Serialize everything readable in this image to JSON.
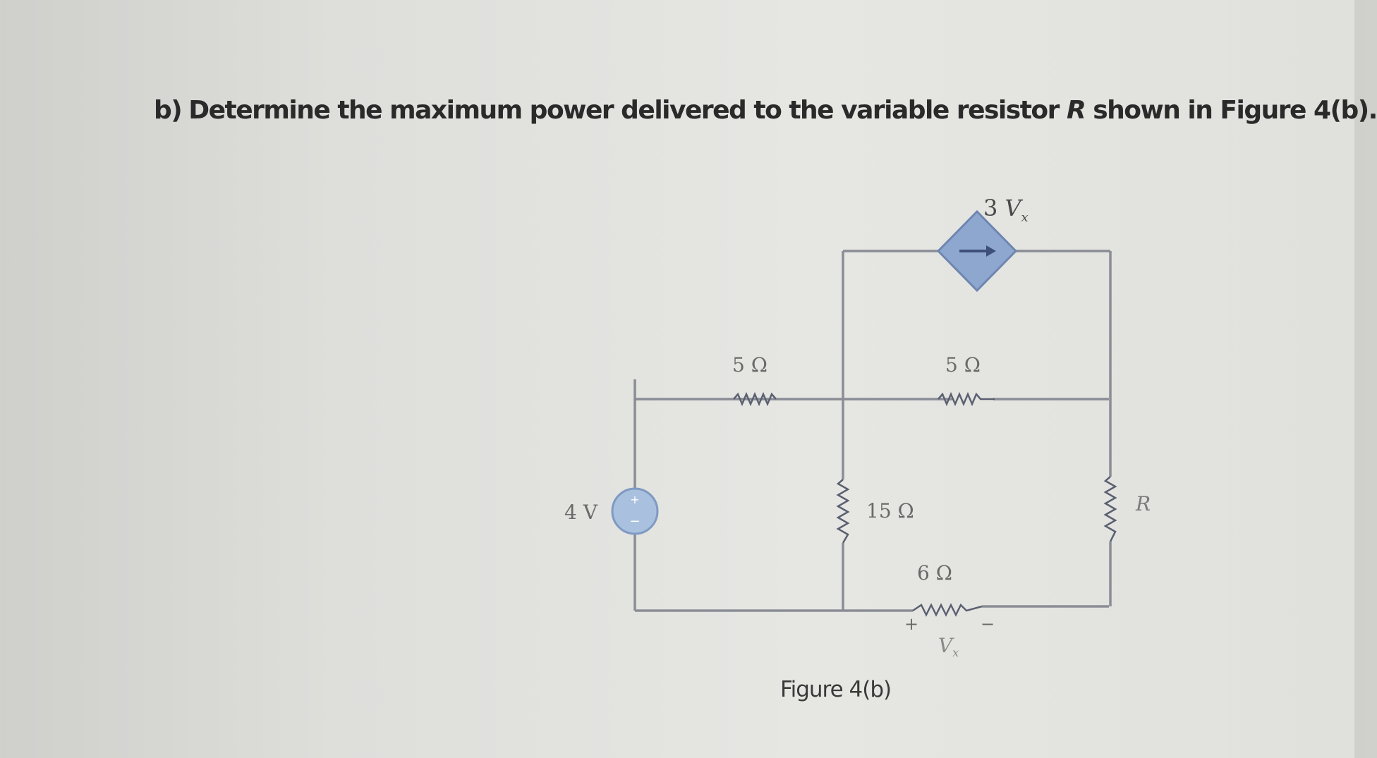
{
  "question": {
    "label": "b)",
    "text_before": "Determine the maximum power delivered to the variable resistor ",
    "variable": "R",
    "text_after": " shown in Figure 4(b)."
  },
  "circuit": {
    "source_label": "4 V",
    "r_top_left_label": "5 Ω",
    "r_top_right_label": "5 Ω",
    "r_middle_label": "15 Ω",
    "r_bottom_label": "6 Ω",
    "r_load_label": "R",
    "dependent_source_gain": "3",
    "dependent_source_var": "V",
    "dependent_source_sub": "x",
    "vx_var": "V",
    "vx_sub": "x",
    "vx_plus": "+",
    "vx_minus": "−"
  },
  "caption": "Figure 4(b)",
  "colors": {
    "wire": "#8a8d95",
    "dependent_source_fill": "#8ea7cf",
    "source_fill": "#a9c1df"
  }
}
